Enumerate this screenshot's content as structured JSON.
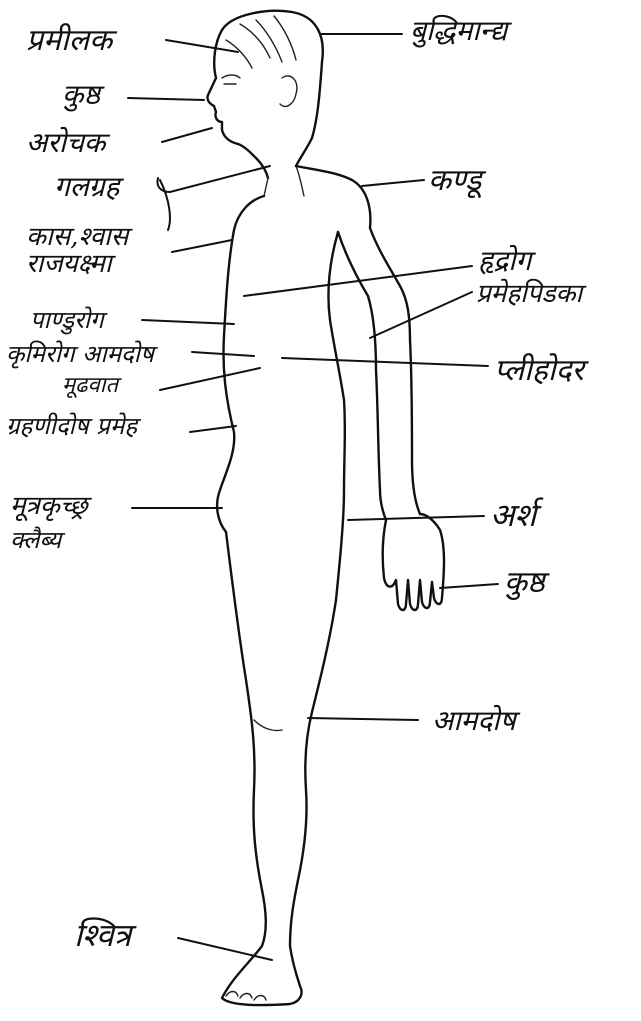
{
  "labels": {
    "pramilak": "प्रमीलक",
    "kushtha_face": "कुष्ठ",
    "arochak": "अरोचक",
    "galagraha": "गलग्रह",
    "kaas_shvaas": "कास,श्वास",
    "rajayakshma": "राजयक्ष्मा",
    "pandurog": "पाण्डुरोग",
    "krimirog_aamdosh": "कृमिरोग आमदोष",
    "mudhavaat": "मूढवात",
    "grahanidosh_prameh": "ग्रहणीदोष प्रमेह",
    "mutrakrichchhra": "मूत्रकृच्छ्र",
    "klaibya": "क्लैब्य",
    "shvitra": "श्वित्र",
    "buddhimaandya": "बुद्धिमान्द्य",
    "kandu": "कण्डू",
    "hridrog": "हृद्रोग",
    "prameh_pidka": "प्रमेहपिडका",
    "plihodar": "प्लीहोदर",
    "arsh": "अर्श",
    "kushtha_hand": "कुष्ठ",
    "aamdosh_leg": "आमदोष"
  }
}
